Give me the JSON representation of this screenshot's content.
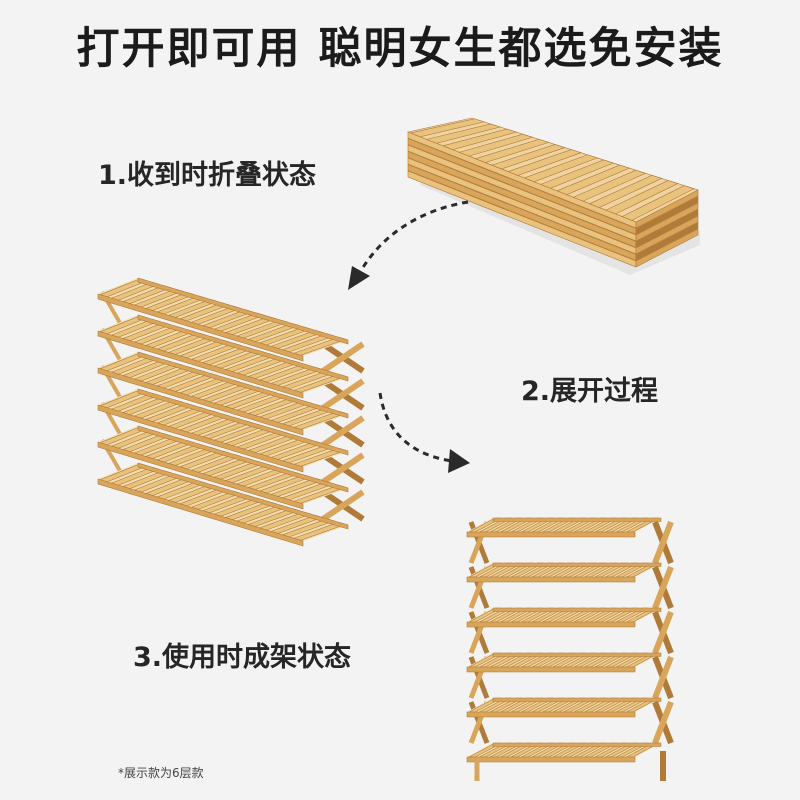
{
  "headline": "打开即可用 聪明女生都选免安装",
  "steps": [
    {
      "label": "1.收到时折叠状态"
    },
    {
      "label": "2.展开过程"
    },
    {
      "label": "3.使用时成架状态"
    }
  ],
  "footnote": "*展示款为6层款",
  "colors": {
    "background": "#f3f3f3",
    "bamboo_light": "#e9c27e",
    "bamboo_mid": "#d9a55b",
    "bamboo_dark": "#b07a38",
    "arrow": "#2a2a2a"
  }
}
